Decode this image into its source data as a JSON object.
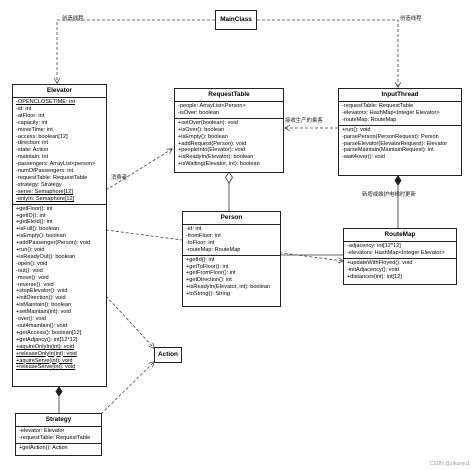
{
  "classes": {
    "main_class": {
      "name": "MainClass"
    },
    "elevator": {
      "name": "Elevator",
      "attributes": [
        {
          "text": "-OPENCLOSETIME: int",
          "static": true
        },
        {
          "text": "-id: int"
        },
        {
          "text": "-atFloor: int"
        },
        {
          "text": "-capacity: int"
        },
        {
          "text": "-moveTime: int"
        },
        {
          "text": "-access: boolean[12]"
        },
        {
          "text": "-direction: int"
        },
        {
          "text": "-state: Action"
        },
        {
          "text": "-maintain: int"
        },
        {
          "text": "-passengers: ArrayList<person>"
        },
        {
          "text": "-numOfPassengers: int"
        },
        {
          "text": "-requestTable: RequestTable"
        },
        {
          "text": "-strategy: Strategy"
        },
        {
          "text": "-serve: Semaphore[12]",
          "static": true
        },
        {
          "text": "-onlyIn: Semaphore[12]",
          "static": true
        }
      ],
      "methods": [
        {
          "text": "+getFloor(): int"
        },
        {
          "text": "+getID(): int"
        },
        {
          "text": "+getEleId(): int"
        },
        {
          "text": "+isFull(): boolean"
        },
        {
          "text": "+isEmpty(): boolean"
        },
        {
          "text": "+addPassenger(Person): void"
        },
        {
          "text": "+run(): void"
        },
        {
          "text": "+isReadyOut(): boolean"
        },
        {
          "text": "-open(): void"
        },
        {
          "text": "-out(): void"
        },
        {
          "text": "-move(): void"
        },
        {
          "text": "-reverse(): void"
        },
        {
          "text": "+stopElevator(): void"
        },
        {
          "text": "+initDirection(): void"
        },
        {
          "text": "+isMaintain(): boolean"
        },
        {
          "text": "+setMaintain(int): void"
        },
        {
          "text": "-over(): void"
        },
        {
          "text": "-out4maintain(): void"
        },
        {
          "text": "+getAccess(): boolean[12]"
        },
        {
          "text": "+getAdjancy(): int[12*12]"
        },
        {
          "text": "+aquireOnlyIn(int): void",
          "static": true
        },
        {
          "text": "+releaseOnlyIn(int): void",
          "static": true
        },
        {
          "text": "+aquireServe(int): void",
          "static": true
        },
        {
          "text": "+releaseServe(int): void",
          "static": true
        }
      ]
    },
    "request_table": {
      "name": "RequestTable",
      "attributes": [
        {
          "text": "-people: ArrayList<Person>"
        },
        {
          "text": "-isOver: boolean"
        }
      ],
      "methods": [
        {
          "text": "+setOver(boolean): void"
        },
        {
          "text": "+isOver(): boolean"
        },
        {
          "text": "+isEmpty(): boolean"
        },
        {
          "text": "+addRequest(Person): void"
        },
        {
          "text": "+peopleInto(Elevator): void"
        },
        {
          "text": "+isReadyIn(Elevator): boolean"
        },
        {
          "text": "+isWaiting(Elevator, int): boolean"
        }
      ]
    },
    "input_thread": {
      "name": "InputThread",
      "attributes": [
        {
          "text": "-requestTable: RequestTable"
        },
        {
          "text": "-elevators: HashMap<Integer Elevator>"
        },
        {
          "text": "-routeMap: RouteMap"
        }
      ],
      "methods": [
        {
          "text": "+run(): void"
        },
        {
          "text": "-parsePerson(PersonRequest): Person"
        },
        {
          "text": "-parseElevator(ElevatorRequest): Elevator"
        },
        {
          "text": "-parseMaintain(MaintainRequest): int"
        },
        {
          "text": "-wait4over(): void"
        }
      ]
    },
    "person": {
      "name": "Person",
      "attributes": [
        {
          "text": "-id: int"
        },
        {
          "text": "-fromFloor: int"
        },
        {
          "text": "-toFloor: int"
        },
        {
          "text": "-routeMap: RouteMap"
        }
      ],
      "methods": [
        {
          "text": "+getId(): int"
        },
        {
          "text": "+getToFloor(): int"
        },
        {
          "text": "+getFromFloor(): int"
        },
        {
          "text": "+getDirection(): int"
        },
        {
          "text": "+isReadyIn(Elevator, int): boolean"
        },
        {
          "text": "+toString(): String"
        }
      ]
    },
    "route_map": {
      "name": "RouteMap",
      "attributes": [
        {
          "text": "-adjacency: int[12*12]"
        },
        {
          "text": "-elevators: HashMap<Integer Elevator>"
        }
      ],
      "methods": [
        {
          "text": "+updateWithFloyed(): void"
        },
        {
          "text": "-initAdjacency(): void"
        },
        {
          "text": "+distances(int): int[12]"
        }
      ]
    },
    "action": {
      "name": "Action"
    },
    "strategy": {
      "name": "Strategy",
      "attributes": [
        {
          "text": "-elevator: Elevator"
        },
        {
          "text": "-requestTable: RequestTable"
        }
      ],
      "methods": [
        {
          "text": "+getAction(): Action"
        }
      ]
    }
  },
  "edge_labels": {
    "create_consumer": "创造线程",
    "create_producer": "创造线程",
    "consumer": "消费者",
    "producer": "接收生产的乘客",
    "update_map": "新增或维护电梯时更新"
  },
  "watermark": "CSDN @zikunyu1"
}
